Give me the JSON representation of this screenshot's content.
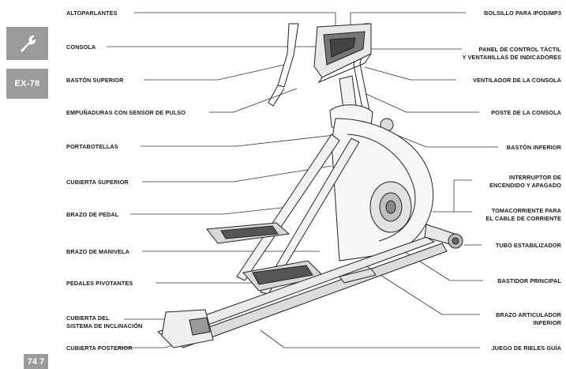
{
  "sidebar": {
    "tool_icon": "wrench-icon",
    "model": "EX-78",
    "page": "74 7"
  },
  "labels_left": [
    {
      "id": "altoparlantes",
      "text": "ALTOPARLANTES"
    },
    {
      "id": "consola",
      "text": "CONSOLA"
    },
    {
      "id": "baston-superior",
      "text": "BASTÓN SUPERIOR"
    },
    {
      "id": "empunaduras",
      "text": "EMPUÑADURAS CON SENSOR DE PULSO"
    },
    {
      "id": "portabotellas",
      "text": "PORTABOTELLAS"
    },
    {
      "id": "cubierta-superior",
      "text": "CUBIERTA SUPERIOR"
    },
    {
      "id": "brazo-pedal",
      "text": "BRAZO DE PEDAL"
    },
    {
      "id": "brazo-manivela",
      "text": "BRAZO DE MANIVELA"
    },
    {
      "id": "pedales-pivotantes",
      "text": "PEDALES PIVOTANTES"
    },
    {
      "id": "cubierta-inclinacion-1",
      "text": "CUBIERTA DEL"
    },
    {
      "id": "cubierta-inclinacion-2",
      "text": "SISTEMA DE INCLINACIÓN"
    },
    {
      "id": "cubierta-posterior",
      "text": "CUBIERTA POSTERIOR"
    }
  ],
  "labels_right": [
    {
      "id": "bolsillo",
      "text": "BOLSILLO PARA IPOD/MP3"
    },
    {
      "id": "panel-1",
      "text": "PANEL DE CONTROL TÁCTIL"
    },
    {
      "id": "panel-2",
      "text": "Y VENTANILLAS DE INDICADORES"
    },
    {
      "id": "ventilador",
      "text": "VENTILADOR DE LA CONSOLA"
    },
    {
      "id": "poste",
      "text": "POSTE DE LA CONSOLA"
    },
    {
      "id": "baston-inferior",
      "text": "BASTÓN INFERIOR"
    },
    {
      "id": "interruptor-1",
      "text": "INTERRUPTOR DE"
    },
    {
      "id": "interruptor-2",
      "text": "ENCENDIDO Y APAGADO"
    },
    {
      "id": "tomacorriente-1",
      "text": "TOMACORRIENTE PARA"
    },
    {
      "id": "tomacorriente-2",
      "text": "EL CABLE DE CORRIENTE"
    },
    {
      "id": "tubo",
      "text": "TUBO ESTABILIZADOR"
    },
    {
      "id": "bastidor",
      "text": "BASTIDOR PRINCIPAL"
    },
    {
      "id": "articulador-1",
      "text": "BRAZO ARTICULADOR"
    },
    {
      "id": "articulador-2",
      "text": "INFERIOR"
    },
    {
      "id": "rieles",
      "text": "JUEGO DE RIELES GUÍA"
    }
  ]
}
